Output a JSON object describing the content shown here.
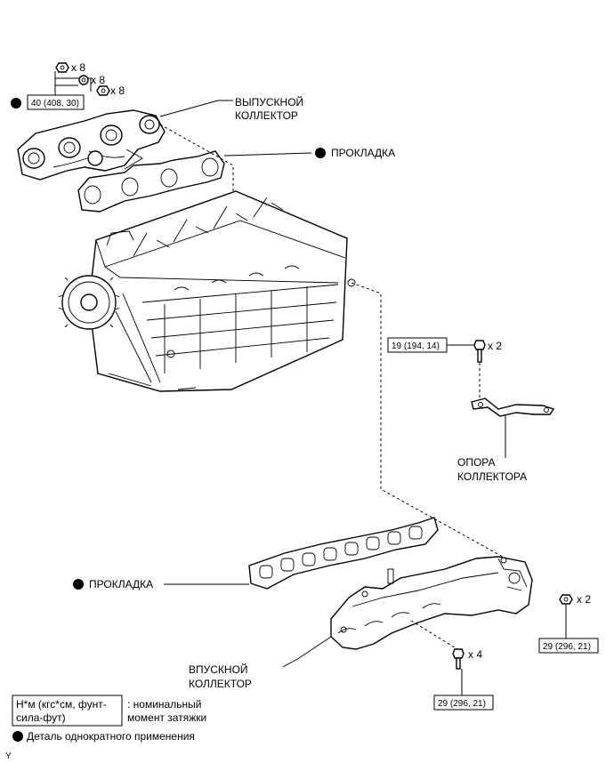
{
  "labels": {
    "exhaust_manifold_l1": "ВЫПУСКНОЙ",
    "exhaust_manifold_l2": "КОЛЛЕКТОР",
    "gasket_top": "ПРОКЛАДКА",
    "manifold_stay_l1": "ОПОРА",
    "manifold_stay_l2": "КОЛЛЕКТОРА",
    "gasket_bottom": "ПРОКЛАДКА",
    "intake_manifold_l1": "ВПУСКНОЙ",
    "intake_manifold_l2": "КОЛЛЕКТОР"
  },
  "torques": {
    "exhaust": "40 (408, 30)",
    "stay_bolt": "19 (194, 14)",
    "intake_nut": "29 (296, 21)",
    "intake_bolt": "29 (296, 21)"
  },
  "quantities": {
    "nut_a": "x 8",
    "nut_b": "x 8",
    "nut_c": "x 8",
    "stay_bolt": "x 2",
    "intake_nut": "x 2",
    "intake_bolt": "x 4"
  },
  "legend": {
    "unit_l1": "Н*м (кгс*см, фунт-",
    "unit_l2": "сила-фут)",
    "desc_l1": ": номинальный",
    "desc_l2": "момент затяжки",
    "non_reusable": "Деталь однократного применения"
  },
  "figure_code": "Y"
}
